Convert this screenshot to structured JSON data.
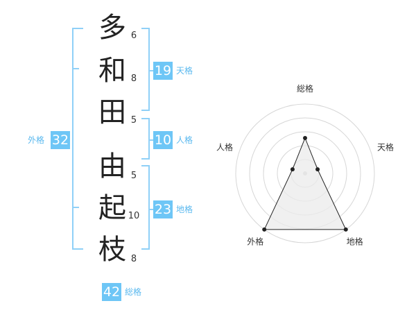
{
  "name": {
    "characters": [
      {
        "char": "多",
        "strokes": "6"
      },
      {
        "char": "和",
        "strokes": "8"
      },
      {
        "char": "田",
        "strokes": "5"
      },
      {
        "char": "由",
        "strokes": "5"
      },
      {
        "char": "起",
        "strokes": "10"
      },
      {
        "char": "枝",
        "strokes": "8"
      }
    ]
  },
  "kakusu": {
    "tenkaku": {
      "value": "19",
      "label": "天格"
    },
    "jinkaku": {
      "value": "10",
      "label": "人格"
    },
    "chikaku": {
      "value": "23",
      "label": "地格"
    },
    "gaikaku": {
      "value": "32",
      "label": "外格"
    },
    "soukaku": {
      "value": "42",
      "label": "総格"
    }
  },
  "chart_data": {
    "type": "radar",
    "axes": [
      "総格",
      "天格",
      "地格",
      "外格",
      "人格"
    ],
    "rings": 5,
    "values": [
      0.51,
      0.19,
      1.0,
      1.0,
      0.19
    ],
    "colors": {
      "fill": "#ebebeb",
      "stroke": "#222222",
      "ring": "#d6d6d6"
    }
  },
  "colors": {
    "accent": "#6ec6f6",
    "bracket": "#8fd0f7",
    "label": "#5bb9ef"
  }
}
